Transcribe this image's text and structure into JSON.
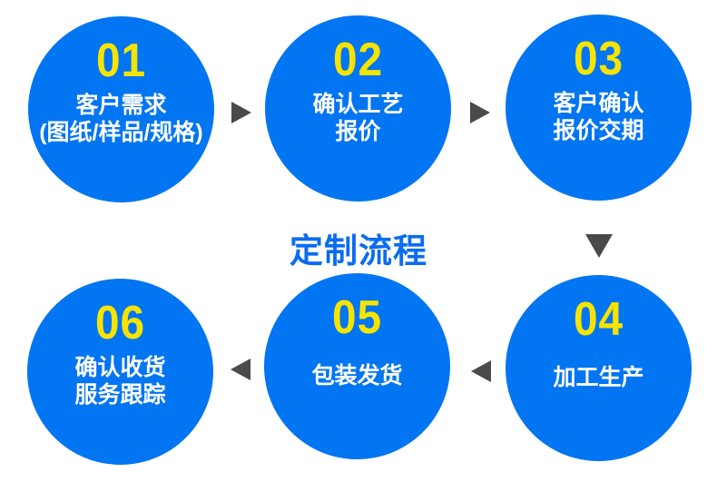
{
  "title": {
    "text": "定制流程"
  },
  "colors": {
    "circle": "#0275f2",
    "number": "#f6e400",
    "text": "#ffffff",
    "arrow": "#4a4a4a",
    "title": "#0a6cf0",
    "background": "#ffffff"
  },
  "steps": [
    {
      "number": "01",
      "line1": "客户需求",
      "line2": "(图纸/样品/规格)"
    },
    {
      "number": "02",
      "line1": "确认工艺",
      "line2": "报价"
    },
    {
      "number": "03",
      "line1": "客户确认",
      "line2": "报价交期"
    },
    {
      "number": "04",
      "line1": "加工生产",
      "line2": ""
    },
    {
      "number": "05",
      "line1": "包装发货",
      "line2": ""
    },
    {
      "number": "06",
      "line1": "确认收货",
      "line2": "服务跟踪"
    }
  ],
  "arrows": [
    {
      "name": "arrow-step1-step2",
      "direction": "right"
    },
    {
      "name": "arrow-step2-step3",
      "direction": "right"
    },
    {
      "name": "arrow-step3-step4",
      "direction": "down"
    },
    {
      "name": "arrow-step4-step5",
      "direction": "left"
    },
    {
      "name": "arrow-step5-step6",
      "direction": "left"
    }
  ]
}
